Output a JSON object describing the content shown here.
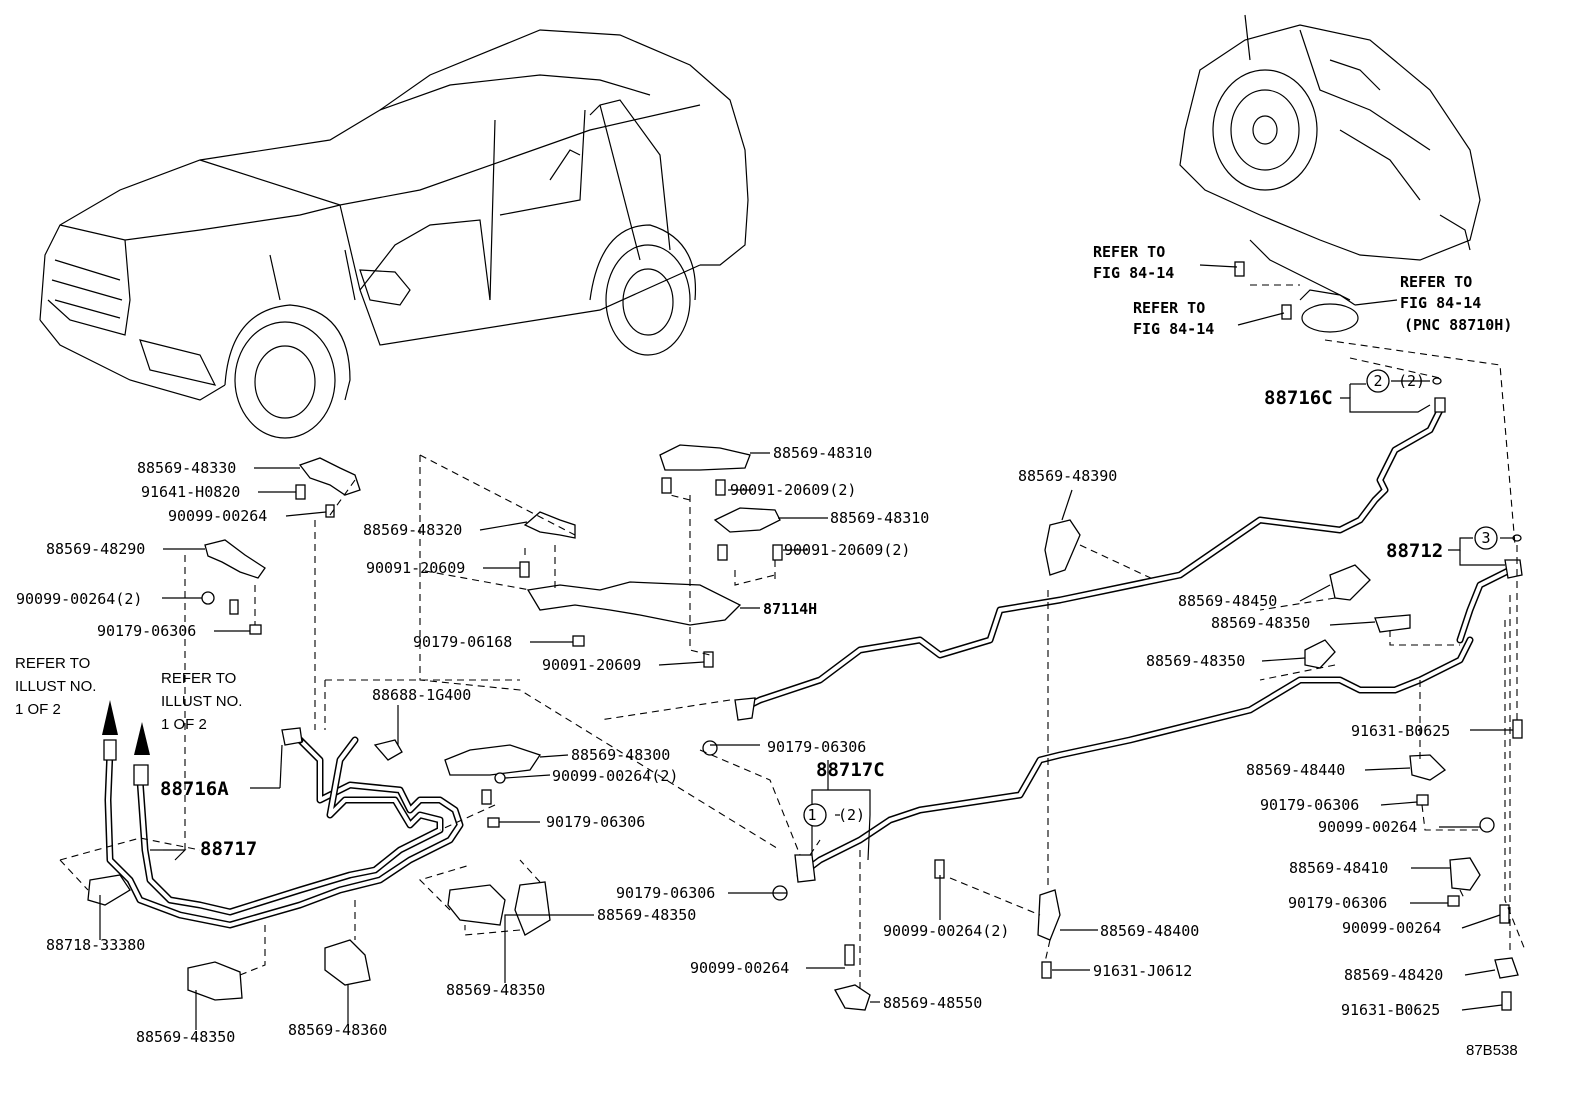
{
  "diagram_id": "87B538",
  "refer_fig": "REFER TO",
  "refer_fig_no": "FIG 84-14",
  "refer_pnc": "(PNC 88710H)",
  "refer_illust_1": "REFER TO",
  "refer_illust_2": "ILLUST NO.",
  "refer_illust_3": "1 OF 2",
  "qty_2": "(2)",
  "circle_1": "1",
  "circle_2": "2",
  "circle_3": "3",
  "parts": {
    "p88569_48330": "88569-48330",
    "p91641_H0820": "91641-H0820",
    "p90099_00264": "90099-00264",
    "p88569_48290": "88569-48290",
    "p90099_00264_2": "90099-00264(2)",
    "p90179_06306": "90179-06306",
    "p88569_48320": "88569-48320",
    "p90091_20609": "90091-20609",
    "p88569_48310": "88569-48310",
    "p90091_20609_2": "90091-20609(2)",
    "p87114H": "87114H",
    "p90179_06168": "90179-06168",
    "p88569_48390": "88569-48390",
    "p88716C": "88716C",
    "p88712": "88712",
    "p88569_48450": "88569-48450",
    "p88569_48350": "88569-48350",
    "p91631_B0625": "91631-B0625",
    "p88569_48440": "88569-48440",
    "p88569_48410": "88569-48410",
    "p88569_48420": "88569-48420",
    "p88688_1G400": "88688-1G400",
    "p88716A": "88716A",
    "p88717": "88717",
    "p88717C": "88717C",
    "p88569_48300": "88569-48300",
    "p88718_33380": "88718-33380",
    "p88569_48360": "88569-48360",
    "p88569_48400": "88569-48400",
    "p88569_48550": "88569-48550",
    "p91631_J0612": "91631-J0612"
  }
}
